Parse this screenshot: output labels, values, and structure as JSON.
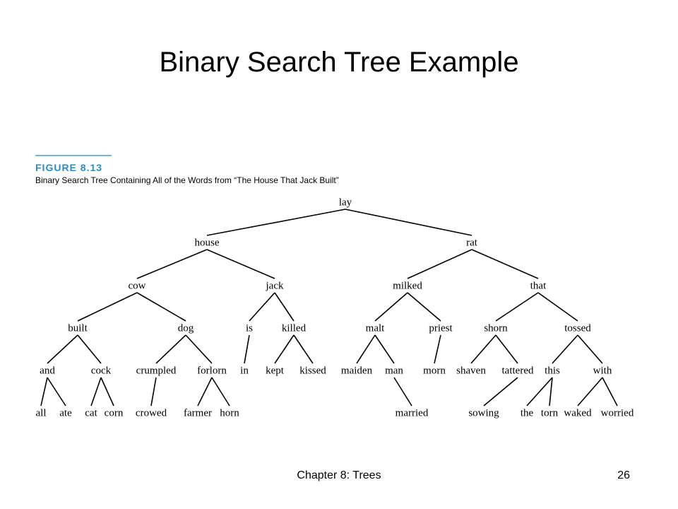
{
  "slide": {
    "title": "Binary Search Tree Example",
    "chapter": "Chapter 8: Trees",
    "page_number": "26"
  },
  "figure": {
    "label": "FIGURE 8.13",
    "caption": "Binary Search Tree Containing All of the Words from “The House That Jack Built”",
    "accent_color": "#2e8bc0",
    "tree": {
      "word": "lay",
      "left": {
        "word": "house",
        "left": {
          "word": "cow",
          "left": {
            "word": "built",
            "left": {
              "word": "and",
              "left": {
                "word": "all"
              },
              "right": {
                "word": "ate"
              }
            },
            "right": {
              "word": "cock",
              "left": {
                "word": "cat"
              },
              "right": {
                "word": "corn"
              }
            }
          },
          "right": {
            "word": "dog",
            "left": {
              "word": "crumpled",
              "right": {
                "word": "crowed"
              }
            },
            "right": {
              "word": "forlorn",
              "left": {
                "word": "farmer"
              },
              "right": {
                "word": "horn"
              }
            }
          }
        },
        "right": {
          "word": "jack",
          "left": {
            "word": "is",
            "left": {
              "word": "in"
            }
          },
          "right": {
            "word": "killed",
            "left": {
              "word": "kept"
            },
            "right": {
              "word": "kissed"
            }
          }
        }
      },
      "right": {
        "word": "rat",
        "left": {
          "word": "milked",
          "left": {
            "word": "malt",
            "left": {
              "word": "maiden"
            },
            "right": {
              "word": "man",
              "right": {
                "word": "married"
              }
            }
          },
          "right": {
            "word": "priest",
            "left": {
              "word": "morn"
            }
          }
        },
        "right": {
          "word": "that",
          "left": {
            "word": "shorn",
            "left": {
              "word": "shaven"
            },
            "right": {
              "word": "tattered",
              "left": {
                "word": "sowing"
              }
            }
          },
          "right": {
            "word": "tossed",
            "left": {
              "word": "this",
              "left": {
                "word": "the"
              },
              "right": {
                "word": "torn"
              }
            },
            "right": {
              "word": "with",
              "left": {
                "word": "waked"
              },
              "right": {
                "word": "worried"
              }
            }
          }
        }
      }
    }
  }
}
